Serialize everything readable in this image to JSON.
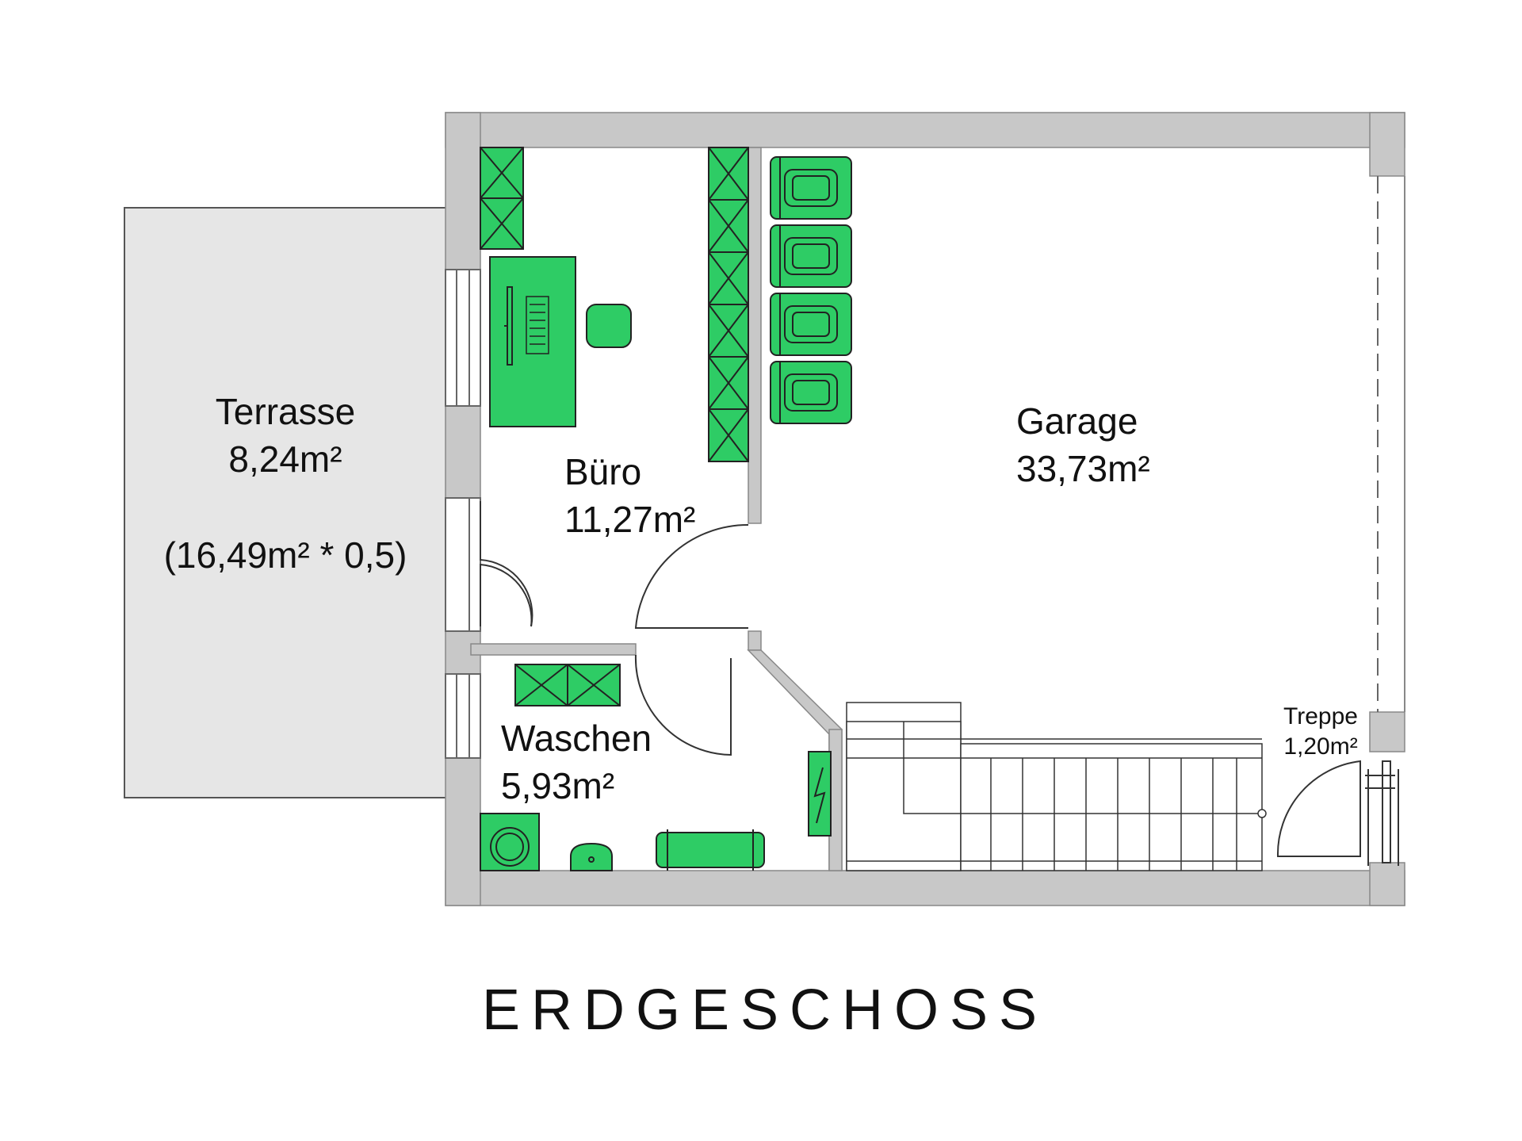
{
  "title": "ERDGESCHOSS",
  "colors": {
    "wall": "#c8c8c8",
    "furniture": "#2ecc65",
    "line": "#333333",
    "terrace": "#e6e6e6",
    "text": "#111111"
  },
  "rooms": {
    "terrasse": {
      "name": "Terrasse",
      "area": "8,24m²",
      "note": "(16,49m² * 0,5)"
    },
    "buero": {
      "name": "Büro",
      "area": "11,27m²"
    },
    "garage": {
      "name": "Garage",
      "area": "33,73m²"
    },
    "waschen": {
      "name": "Waschen",
      "area": "5,93m²"
    },
    "treppe": {
      "name": "Treppe",
      "area": "1,20m²"
    }
  },
  "icons": [
    "cabinet-icon",
    "desk-icon",
    "chair-icon",
    "monitor-icon",
    "keyboard-icon",
    "bin-icon",
    "washing-machine-icon",
    "sink-icon",
    "bench-icon",
    "electric-panel-icon",
    "door-swing-icon",
    "stair-icon"
  ]
}
